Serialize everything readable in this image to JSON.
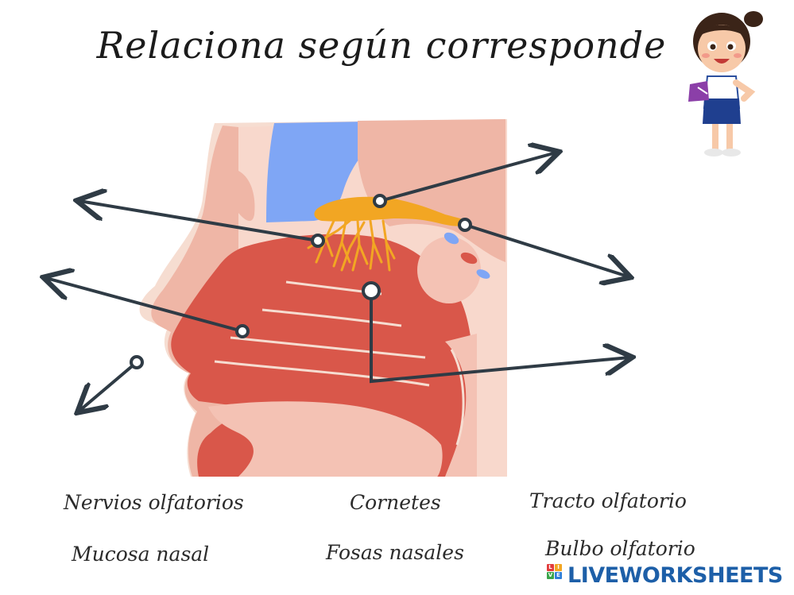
{
  "title": "Relaciona según corresponde",
  "words": [
    {
      "text": "Nervios olfatorios"
    },
    {
      "text": "Cornetes"
    },
    {
      "text": "Tracto olfatorio"
    },
    {
      "text": "Mucosa nasal"
    },
    {
      "text": "Fosas nasales"
    },
    {
      "text": "Bulbo olfatorio"
    }
  ],
  "logo": {
    "text": "LIVEWORKSHEETS",
    "badge": [
      "L",
      "I",
      "V",
      "E"
    ]
  },
  "colors": {
    "skin_light": "#f6ddd1",
    "skin": "#efb6a6",
    "muscle": "#d9574a",
    "bone": "#f6c3b6",
    "brain": "#7fa6f5",
    "bulb": "#f2a623",
    "arrow": "#2f3b45",
    "logo": "#1d5fa8"
  },
  "illustration": {
    "subject": "sagittal section of nose and olfactory system",
    "character": "cartoon-girl-with-notebook-icon"
  }
}
